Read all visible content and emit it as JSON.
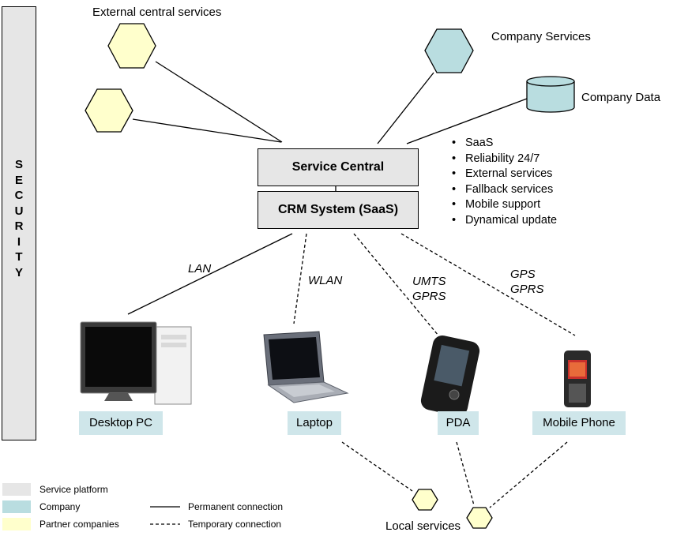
{
  "security": {
    "label": "SECURITY"
  },
  "top_labels": {
    "external_central_services": "External central services",
    "company_services": "Company Services",
    "company_data": "Company Data"
  },
  "central": {
    "service_central": "Service Central",
    "crm_system": "CRM System (SaaS)"
  },
  "features": [
    "SaaS",
    "Reliability 24/7",
    "External services",
    "Fallback services",
    "Mobile support",
    "Dynamical update"
  ],
  "connections": {
    "lan": "LAN",
    "wlan": "WLAN",
    "umts": "UMTS",
    "gprs_pda": "GPRS",
    "gps": "GPS",
    "gprs_phone": "GPRS"
  },
  "devices": {
    "desktop": "Desktop PC",
    "laptop": "Laptop",
    "pda": "PDA",
    "mobile_phone": "Mobile Phone"
  },
  "local_services": "Local services",
  "legend": {
    "service_platform": "Service platform",
    "company": "Company",
    "partner_companies": "Partner companies",
    "permanent_connection": "Permanent connection",
    "temporary_connection": "Temporary connection"
  },
  "colors": {
    "service_platform": "#e6e6e6",
    "company": "#b9dde0",
    "partner": "#ffffcc"
  }
}
